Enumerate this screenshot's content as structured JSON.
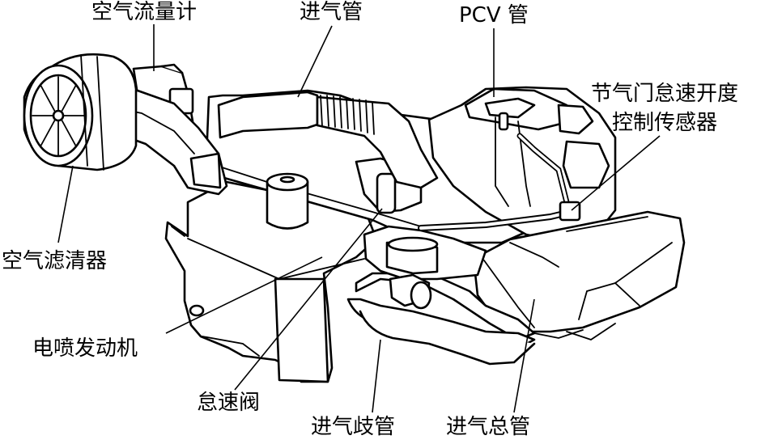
{
  "labels": {
    "air_flow_meter": "空气流量计",
    "intake_pipe": "进气管",
    "pcv_pipe": "PCV 管",
    "throttle_sensor_line1": "节气门怠速开度",
    "throttle_sensor_line2": "控制传感器",
    "air_filter": "空气滤清器",
    "efi_engine": "电喷发动机",
    "idle_valve": "怠速阀",
    "intake_manifold": "进气歧管",
    "intake_main_pipe": "进气总管"
  }
}
